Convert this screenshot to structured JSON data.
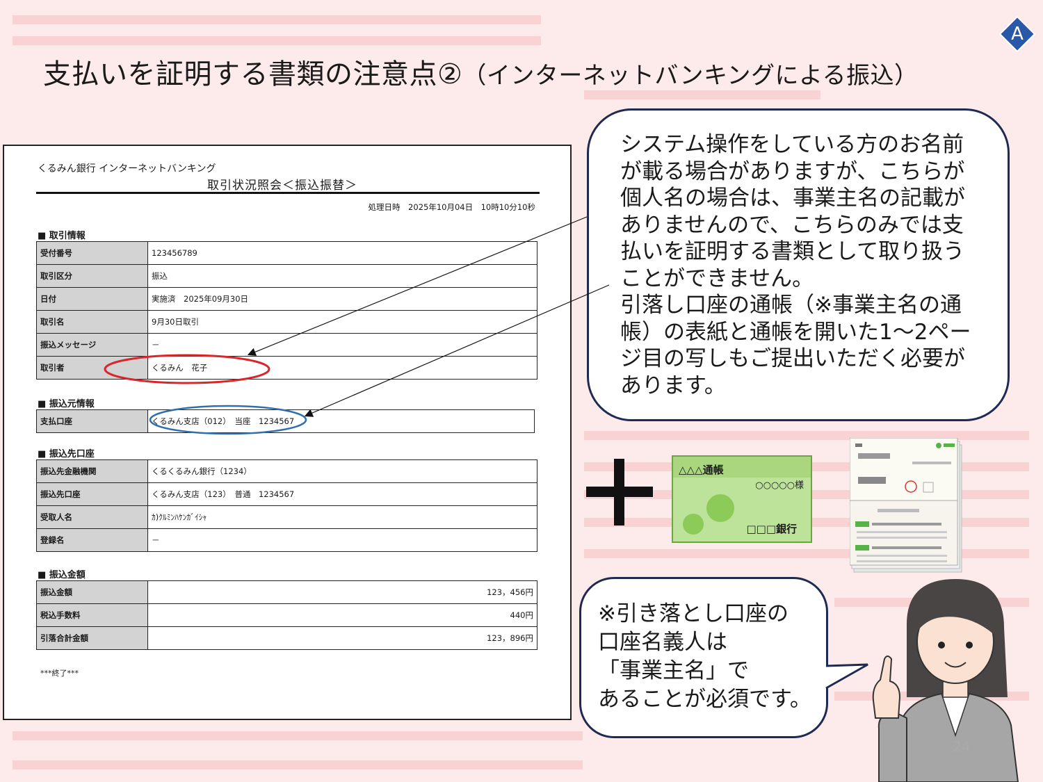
{
  "badge": {
    "letter": "A",
    "color": "#2a58a8"
  },
  "title": {
    "main": "支払いを証明する書類の注意点②",
    "sub": "（インターネットバンキングによる振込）"
  },
  "document": {
    "bank_name": "くるみん銀行 インターネットバンキング",
    "title": "取引状況照会＜振込振替＞",
    "processed": "処理日時　2025年10月04日　10時10分10秒",
    "sections": {
      "transaction": {
        "heading": "■ 取引情報",
        "rows": [
          {
            "k": "受付番号",
            "v": "123456789"
          },
          {
            "k": "取引区分",
            "v": "振込"
          },
          {
            "k": "日付",
            "v": "実施済　2025年09月30日"
          },
          {
            "k": "取引名",
            "v": "9月30日取引"
          },
          {
            "k": "振込メッセージ",
            "v": "－"
          },
          {
            "k": "取引者",
            "v": "くるみん　花子"
          }
        ]
      },
      "source": {
        "heading": "■ 振込元情報",
        "rows": [
          {
            "k": "支払口座",
            "v": "くるみん支店（012）　当座　1234567"
          }
        ]
      },
      "destination": {
        "heading": "■ 振込先口座",
        "rows": [
          {
            "k": "振込先金融機関",
            "v": "くるくるみん銀行（1234）"
          },
          {
            "k": "振込先口座",
            "v": "くるみん支店（123）　普通　1234567"
          },
          {
            "k": "受取人名",
            "v": "ｶ)ｸﾙﾐﾝﾊｹﾝｶﾞｲｼｬ"
          },
          {
            "k": "登録名",
            "v": "－"
          }
        ]
      },
      "amount": {
        "heading": "■ 振込金額",
        "rows": [
          {
            "k": "振込金額",
            "v": "123，456円"
          },
          {
            "k": "税込手数料",
            "v": "440円"
          },
          {
            "k": "引落合計金額",
            "v": "123，896円"
          }
        ]
      }
    },
    "end_mark": "***終了***"
  },
  "bubble_main": {
    "lines": [
      "システム操作をしている方のお名前",
      "が載る場合がありますが、こちらが",
      "個人名の場合は、事業主名の記載が",
      "ありませんので、こちらのみでは支",
      "払いを証明する書類として取り扱う",
      "ことができません。",
      "引落し口座の通帳（※事業主名の通",
      "帳）の表紙と通帳を開いた1～2ペー",
      "ジ目の写しもご提出いただく必要が",
      "あります。"
    ]
  },
  "bubble_note": {
    "lines": [
      "※引き落とし口座の",
      "口座名義人は",
      "「事業主名」で",
      "あることが必須です。"
    ]
  },
  "passbook": {
    "name": "△△△通帳",
    "holder": "○○○○○様",
    "bank": "□□□銀行"
  },
  "page_number": "24",
  "colors": {
    "background": "#fdeaea",
    "stripe": "#f9d3d3",
    "bubble_border": "#1f2a52",
    "red_ellipse": "#d9262b",
    "blue_ellipse": "#2f6fae"
  }
}
